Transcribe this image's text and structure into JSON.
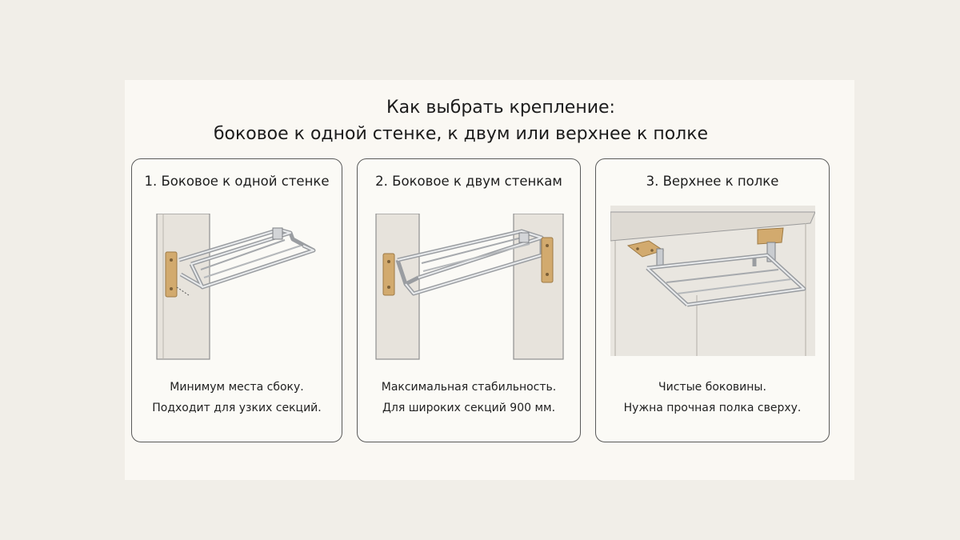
{
  "title": {
    "line1": "Как выбрать крепление:",
    "line2": "боковое к одной стенке, к двум или верхнее к полке"
  },
  "cards": [
    {
      "title": "1. Боковое к одной стенке",
      "desc1": "Минимум места сбоку.",
      "desc2": "Подходит для узких секций."
    },
    {
      "title": "2. Боковое к двум стенкам",
      "desc1": "Максимальная стабильность.",
      "desc2": "Для широких секций 900 мм."
    },
    {
      "title": "3. Верхнее к полке",
      "desc1": "Чистые боковины.",
      "desc2": "Нужна прочная полка сверху."
    }
  ],
  "colors": {
    "background": "#f1eee8",
    "panel": "#faf8f3",
    "bracket_wood": "#d2aa6e",
    "metal": "#c6c9cc"
  }
}
